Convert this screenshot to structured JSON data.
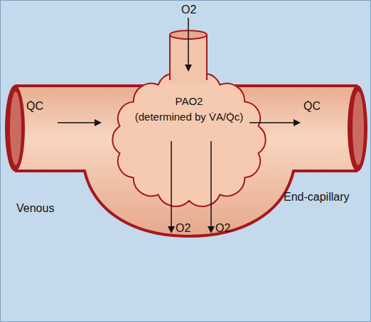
{
  "diagram": {
    "nodes": [
      {
        "text": [
          "PAO2",
          "(determined by V̇A/Q̇c)"
        ]
      }
    ],
    "labels": [
      "O2",
      "Q̇C",
      "Q̇C",
      "O2",
      "O2",
      "Venous",
      "End-capillary"
    ]
  }
}
